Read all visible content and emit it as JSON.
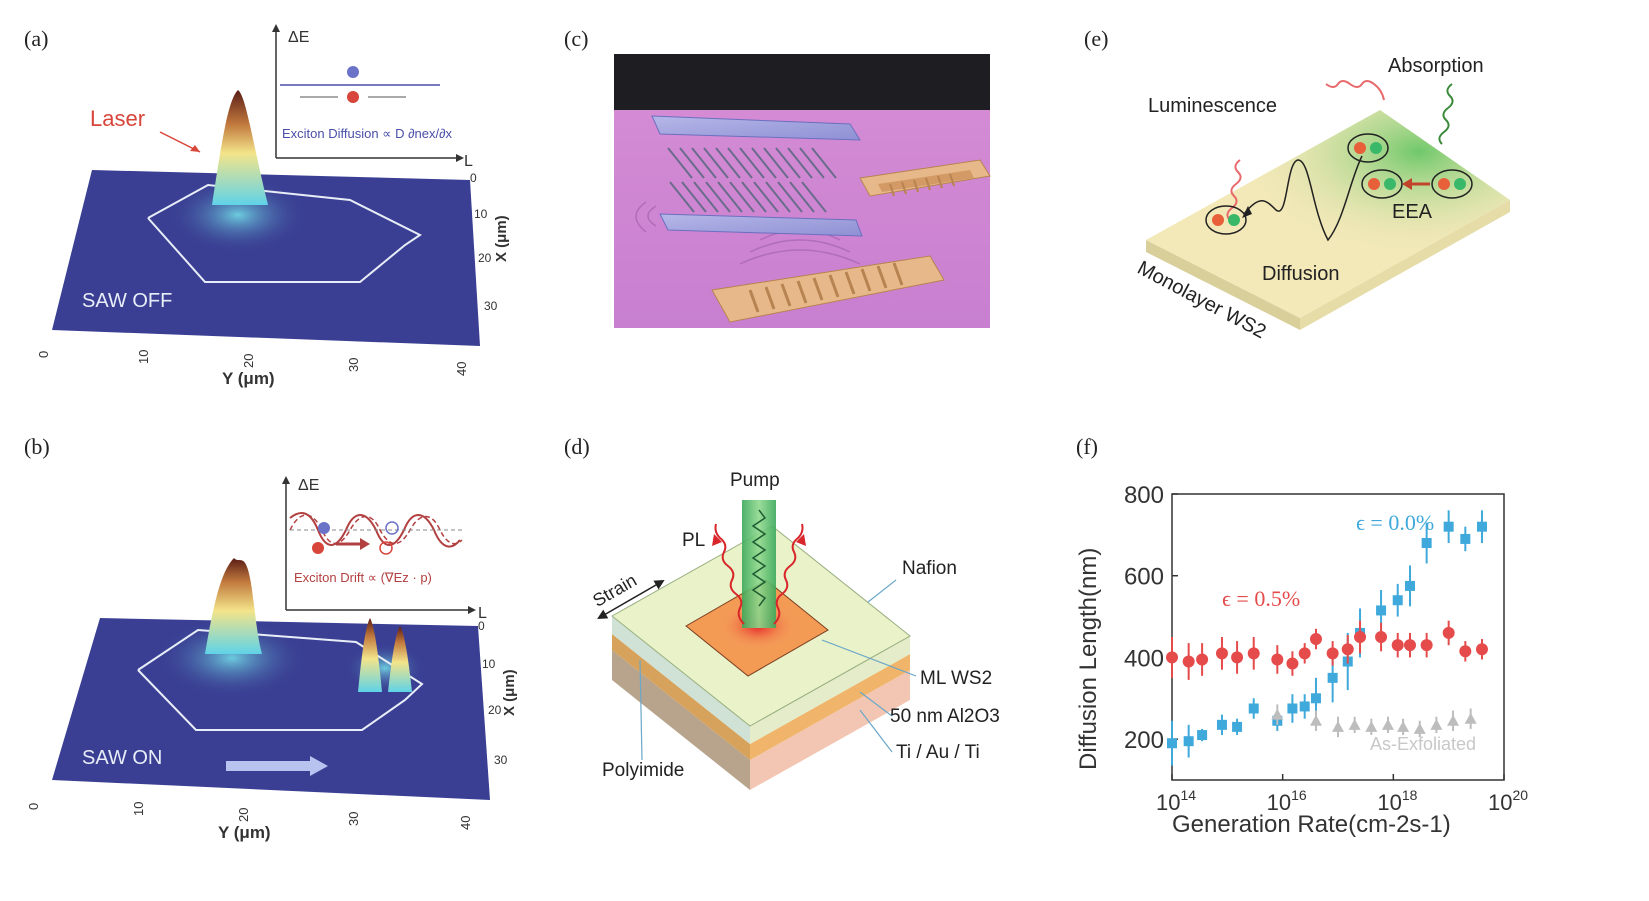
{
  "panels": {
    "a": {
      "label": "(a)",
      "laser": "Laser",
      "state": "SAW OFF",
      "dE": "ΔE",
      "L": "L",
      "formula": "Exciton Diffusion ∝ D ∂nex/∂x",
      "xaxis": "Y (μm)",
      "yaxis": "X (μm)",
      "yticks": [
        "0",
        "10",
        "20",
        "30",
        "40"
      ],
      "xticks": [
        "0",
        "10",
        "20",
        "30"
      ]
    },
    "b": {
      "label": "(b)",
      "state": "SAW ON",
      "dE": "ΔE",
      "L": "L",
      "formula": "Exciton Drift ∝ (∇Ez · p)",
      "xaxis": "Y (μm)",
      "yaxis": "X (μm)",
      "yticks": [
        "0",
        "10",
        "20",
        "30",
        "40"
      ],
      "xticks": [
        "0",
        "10",
        "20",
        "30"
      ]
    },
    "c": {
      "label": "(c)"
    },
    "d": {
      "label": "(d)",
      "pump": "Pump",
      "pl": "PL",
      "strain": "Strain",
      "nafion": "Nafion",
      "ml": "ML WS2",
      "al": "50 nm Al2O3",
      "ti": "Ti / Au / Ti",
      "poly": "Polyimide"
    },
    "e": {
      "label": "(e)",
      "absorption": "Absorption",
      "luminescence": "Luminescence",
      "eea": "EEA",
      "diffusion": "Diffusion",
      "monolayer": "Monolayer WS2"
    },
    "f": {
      "label": "(f)",
      "ylabel": "Diffusion Length(nm)",
      "xlabel": "Generation Rate(cm-2s-1)",
      "s1": "ϵ = 0.0%",
      "s2": "ϵ = 0.5%",
      "s3": "As-Exfoliated"
    }
  },
  "colors": {
    "blue_series": "#3fa9dc",
    "red_series": "#e64b4b",
    "gray_series": "#bdbdbd",
    "surface": "#3a3f93",
    "sample_plane": "#f2e8b8"
  },
  "chart_data": {
    "type": "scatter",
    "xscale": "log",
    "xlim": [
      100000000000000.0,
      1e+20
    ],
    "ylim": [
      100,
      800
    ],
    "xticks": [
      "1014",
      "1016",
      "1018",
      "1020"
    ],
    "yticks": [
      200,
      400,
      600,
      800
    ],
    "xlabel": "Generation Rate(cm-2s-1)",
    "ylabel": "Diffusion Length(nm)",
    "series": [
      {
        "name": "ϵ = 0.0%",
        "color": "#3fa9dc",
        "marker": "square",
        "x": [
          100000000000000.0,
          200000000000000.0,
          350000000000000.0,
          800000000000000.0,
          1500000000000000.0,
          3000000000000000.0,
          8000000000000000.0,
          1.5e+16,
          2.5e+16,
          4e+16,
          8e+16,
          1.5e+17,
          2.5e+17,
          6e+17,
          1.2e+18,
          2e+18,
          4e+18,
          1e+19,
          2e+19,
          4e+19
        ],
        "y": [
          190,
          195,
          210,
          235,
          230,
          275,
          245,
          275,
          280,
          300,
          350,
          390,
          460,
          515,
          540,
          575,
          680,
          720,
          690,
          720
        ],
        "err": [
          55,
          40,
          15,
          25,
          20,
          25,
          25,
          35,
          30,
          50,
          60,
          70,
          60,
          50,
          40,
          50,
          50,
          40,
          30,
          40
        ]
      },
      {
        "name": "ϵ = 0.5%",
        "color": "#e64b4b",
        "marker": "circle",
        "x": [
          100000000000000.0,
          200000000000000.0,
          350000000000000.0,
          800000000000000.0,
          1500000000000000.0,
          3000000000000000.0,
          8000000000000000.0,
          1.5e+16,
          2.5e+16,
          4e+16,
          8e+16,
          1.5e+17,
          2.5e+17,
          6e+17,
          1.2e+18,
          2e+18,
          4e+18,
          1e+19,
          2e+19,
          4e+19
        ],
        "y": [
          400,
          390,
          395,
          410,
          400,
          410,
          395,
          385,
          410,
          445,
          410,
          420,
          450,
          450,
          430,
          430,
          430,
          460,
          415,
          420
        ],
        "err": [
          50,
          45,
          40,
          40,
          40,
          40,
          35,
          30,
          25,
          25,
          30,
          35,
          40,
          35,
          30,
          30,
          30,
          30,
          25,
          25
        ]
      },
      {
        "name": "As-Exfoliated",
        "color": "#bdbdbd",
        "marker": "triangle",
        "x": [
          8000000000000000.0,
          4e+16,
          1e+17,
          2e+17,
          4e+17,
          8e+17,
          1.5e+18,
          3e+18,
          6e+18,
          1.2e+19,
          2.5e+19
        ],
        "y": [
          260,
          245,
          230,
          235,
          230,
          235,
          230,
          225,
          235,
          245,
          250
        ],
        "err": [
          25,
          25,
          25,
          20,
          20,
          20,
          20,
          20,
          20,
          25,
          25
        ]
      }
    ]
  }
}
